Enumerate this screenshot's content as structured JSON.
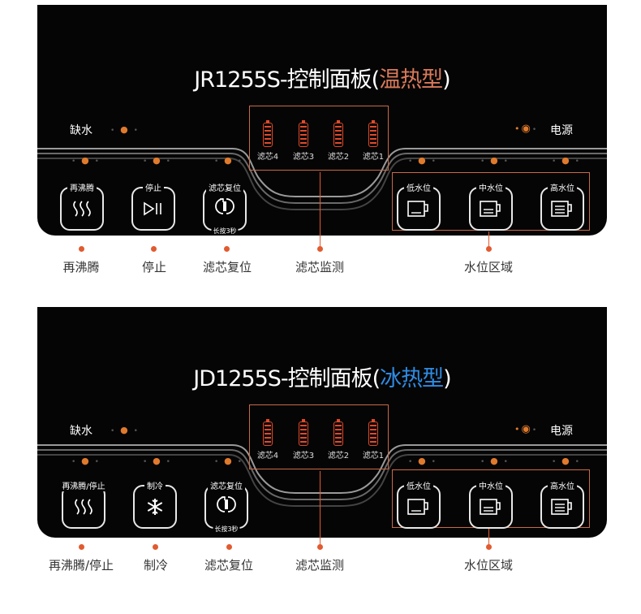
{
  "panels": [
    {
      "title_main": "JR1255S-控制面板(",
      "title_accent": "温热型",
      "title_end": ")",
      "accent_color": "#d9795a",
      "water_shortage_label": "缺水",
      "power_label": "电源",
      "filters": [
        "滤芯4",
        "滤芯3",
        "滤芯2",
        "滤芯1"
      ],
      "buttons": {
        "reboil": "再沸腾",
        "stop": "停止",
        "filter_reset": "滤芯复位",
        "filter_reset_hint": "长按3秒",
        "low": "低水位",
        "mid": "中水位",
        "high": "高水位"
      },
      "callouts": {
        "reboil": "再沸腾",
        "stop": "停止",
        "filter_reset": "滤芯复位",
        "filter_monitor": "滤芯监测",
        "water_level": "水位区域"
      }
    },
    {
      "title_main": "JD1255S-控制面板(",
      "title_accent": "冰热型",
      "title_end": ")",
      "accent_color": "#2f8be3",
      "water_shortage_label": "缺水",
      "power_label": "电源",
      "filters": [
        "滤芯4",
        "滤芯3",
        "滤芯2",
        "滤芯1"
      ],
      "buttons": {
        "reboil": "再沸腾/停止",
        "stop": "制冷",
        "filter_reset": "滤芯复位",
        "filter_reset_hint": "长按3秒",
        "low": "低水位",
        "mid": "中水位",
        "high": "高水位"
      },
      "callouts": {
        "reboil": "再沸腾/停止",
        "stop": "制冷",
        "filter_reset": "滤芯复位",
        "filter_monitor": "滤芯监测",
        "water_level": "水位区域"
      }
    }
  ],
  "icons": [
    "steam-icon",
    "play-pause-icon",
    "snowflake-icon",
    "filter-reset-icon",
    "cup-low-icon",
    "cup-mid-icon",
    "cup-high-icon",
    "battery-icon"
  ]
}
